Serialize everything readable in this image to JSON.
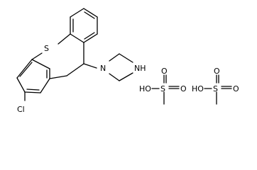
{
  "molecule": {
    "name": "",
    "components": [
      {
        "role": "base",
        "atoms": [
          {
            "id": "S1",
            "label": "S"
          },
          {
            "id": "Cl1",
            "label": "Cl"
          },
          {
            "id": "N1",
            "label": "N"
          },
          {
            "id": "N2",
            "label": "NH"
          }
        ]
      },
      {
        "role": "acid-1",
        "atoms": [
          {
            "id": "O1",
            "label": "HO"
          },
          {
            "id": "S2",
            "label": "S"
          },
          {
            "id": "O2",
            "label": "O"
          },
          {
            "id": "O3",
            "label": "O"
          }
        ]
      },
      {
        "role": "acid-2",
        "atoms": [
          {
            "id": "O4",
            "label": "HO"
          },
          {
            "id": "S3",
            "label": "S"
          },
          {
            "id": "O5",
            "label": "O"
          },
          {
            "id": "O6",
            "label": "O"
          }
        ]
      }
    ]
  },
  "colors": {
    "bond": "#000000",
    "text": "#000000",
    "background": "#ffffff"
  }
}
